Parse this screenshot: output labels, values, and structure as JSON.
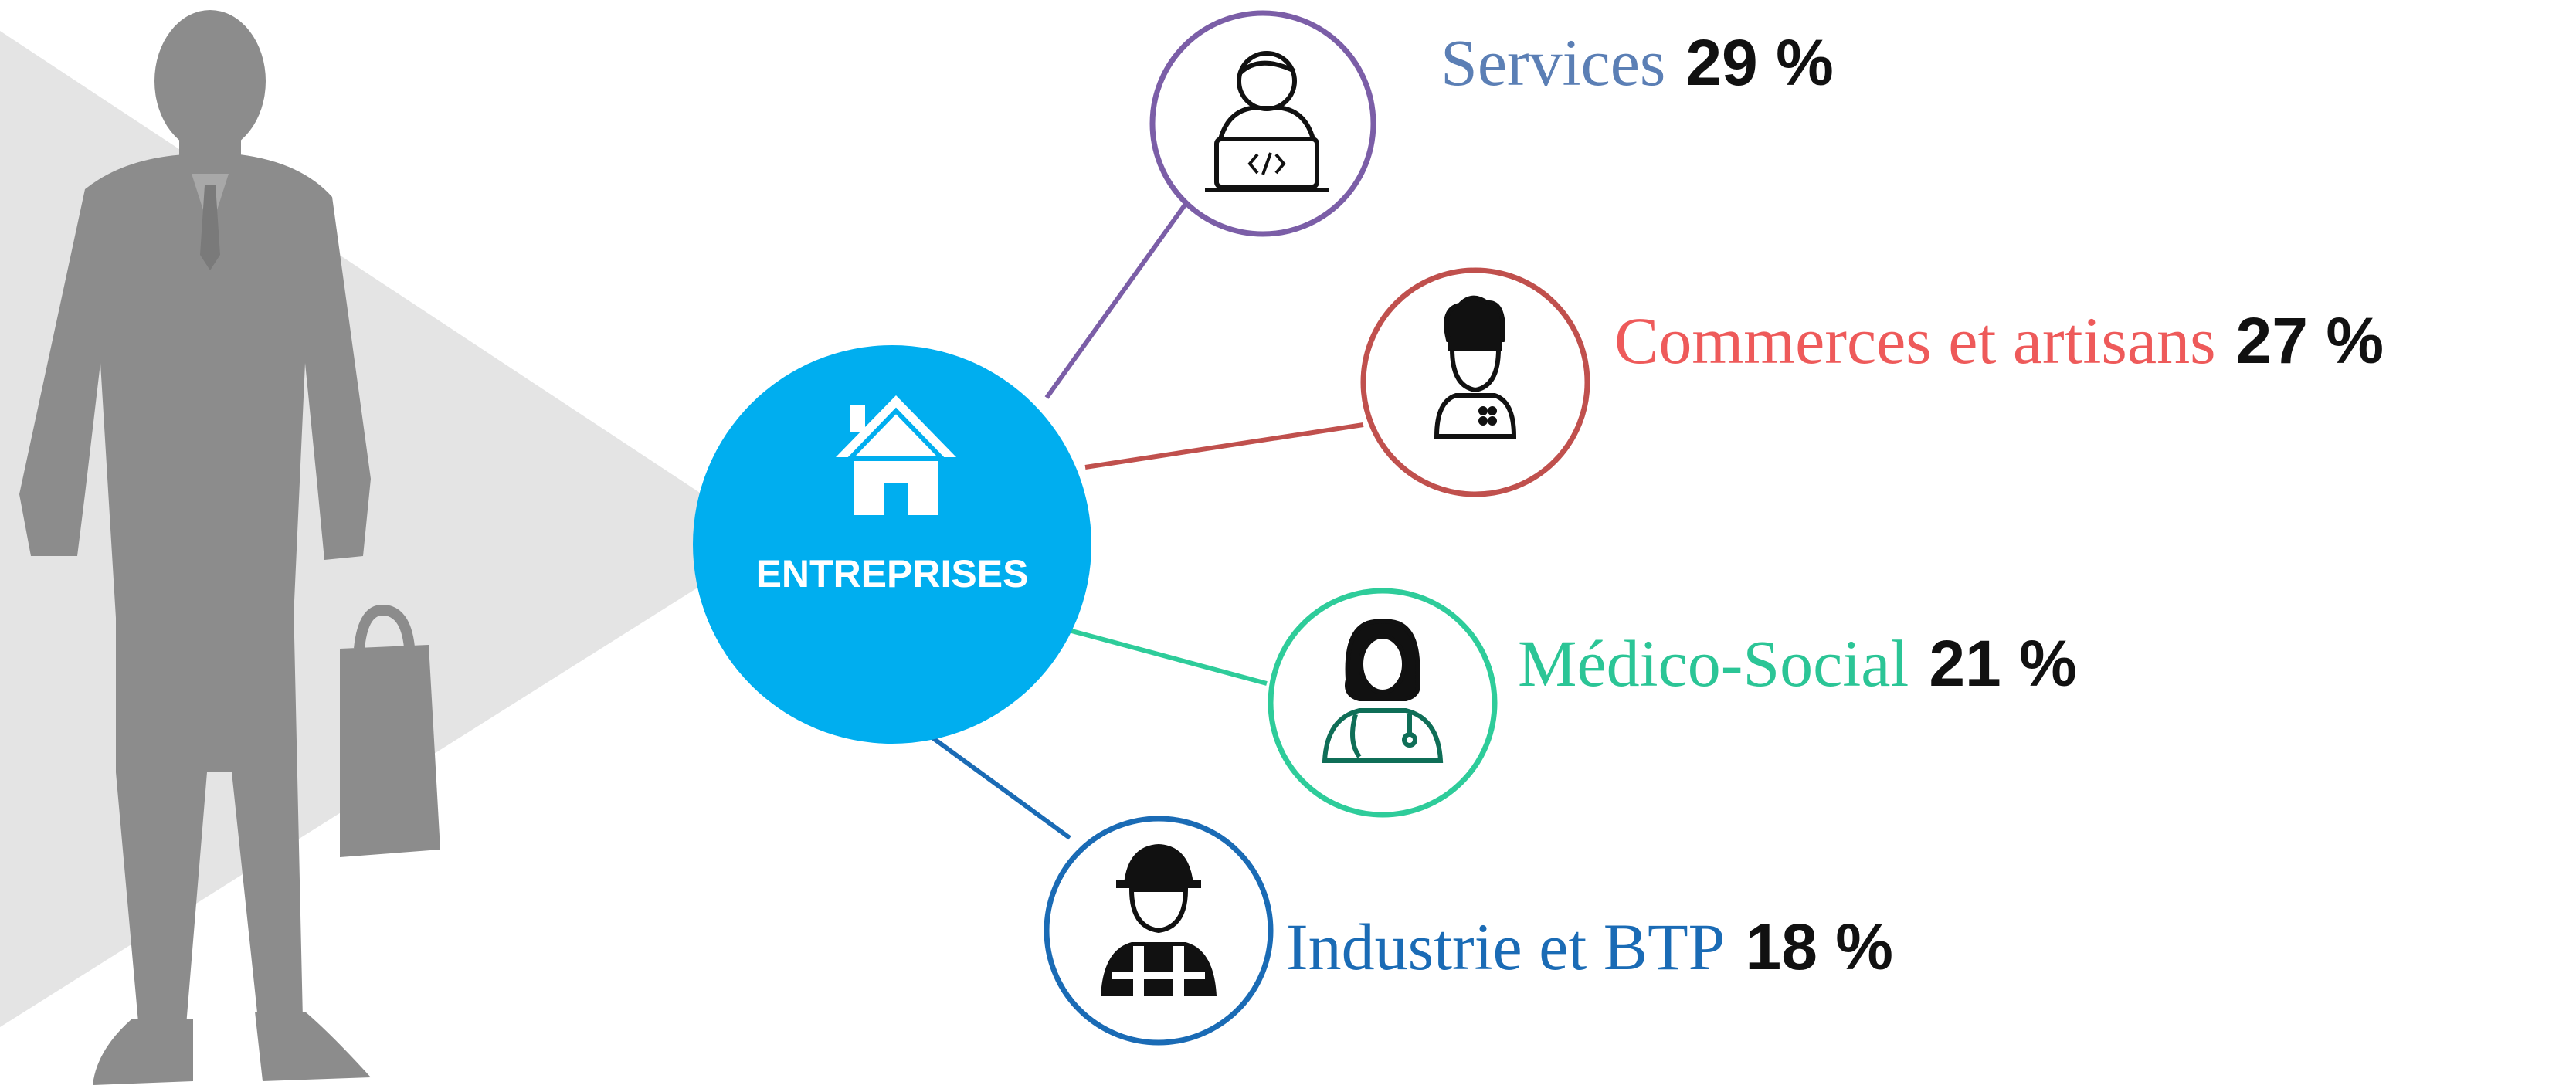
{
  "hub": {
    "label": "ENTREPRISES",
    "icon": "house-icon",
    "color": "#00AEEF"
  },
  "categories": [
    {
      "name": "Services",
      "percent": "29 %",
      "value": 29,
      "color": "#5B7FB5",
      "ring_color": "#7B5EA7",
      "icon": "developer-laptop-icon"
    },
    {
      "name": "Commerces et artisans",
      "percent": "27 %",
      "value": 27,
      "color": "#EE5A5A",
      "ring_color": "#C0504D",
      "icon": "chef-icon"
    },
    {
      "name": "Médico-Social",
      "percent": "21 %",
      "value": 21,
      "color": "#2BC596",
      "ring_color": "#2ECC9A",
      "icon": "doctor-stethoscope-icon"
    },
    {
      "name": "Industrie et BTP",
      "percent": "18 %",
      "value": 18,
      "color": "#1A6BB5",
      "ring_color": "#1A6BB5",
      "icon": "construction-worker-icon"
    }
  ],
  "decor": {
    "figure_icon": "businessman-silhouette-icon",
    "figure_color": "#8C8C8C",
    "beam_color": "#E4E4E4"
  }
}
